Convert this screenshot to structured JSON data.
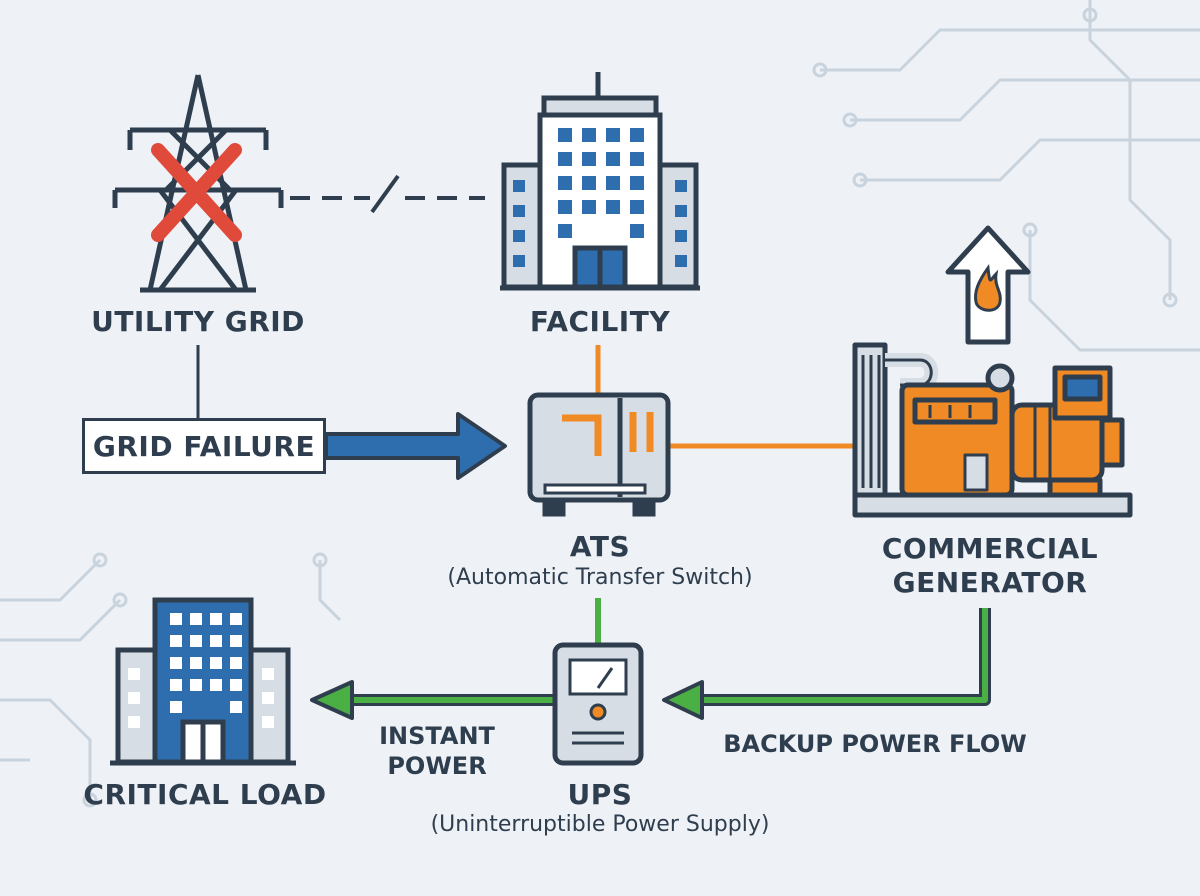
{
  "labels": {
    "utility_grid": "UTILITY GRID",
    "facility": "FACILITY",
    "grid_failure": "GRID FAILURE",
    "ats": "ATS",
    "ats_full": "(Automatic Transfer Switch)",
    "generator_line1": "COMMERCIAL",
    "generator_line2": "GENERATOR",
    "critical_load": "CRITICAL LOAD",
    "instant_line1": "INSTANT",
    "instant_line2": "POWER",
    "ups": "UPS",
    "ups_full": "(Uninterruptible Power Supply)",
    "backup_flow": "BACKUP POWER FLOW"
  },
  "colors": {
    "outline": "#2f3e4e",
    "blue": "#2f6eae",
    "orange": "#f08a24",
    "green": "#4bb043",
    "red": "#e04a3a",
    "light_grey": "#d7dde4"
  },
  "icons": [
    "transmission-tower-icon",
    "failure-x-icon",
    "office-building-icon",
    "ats-cabinet-icon",
    "generator-icon",
    "exhaust-flame-icon",
    "ups-unit-icon",
    "critical-load-building-icon"
  ]
}
